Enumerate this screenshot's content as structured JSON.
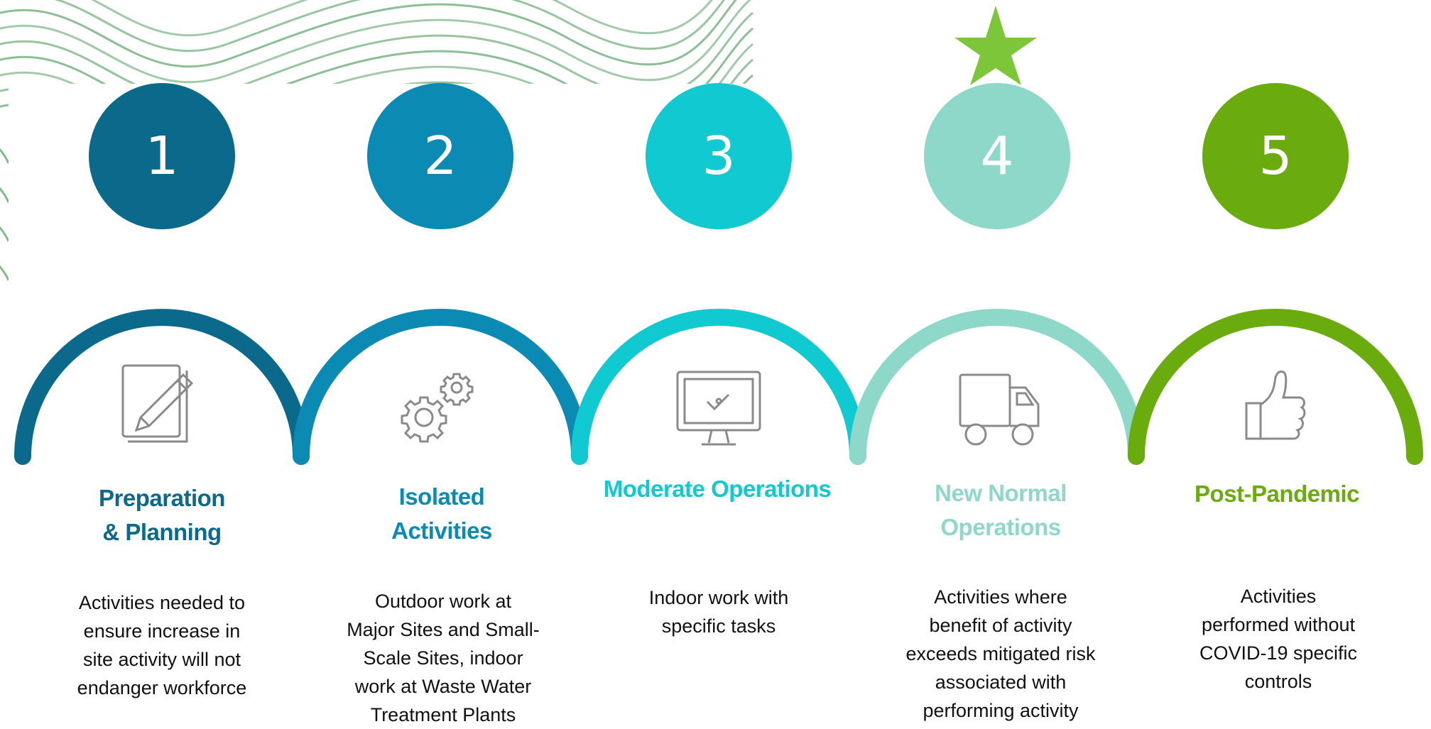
{
  "colors": {
    "stage1": "#0b6a8c",
    "stage2": "#0b8ab4",
    "stage3": "#11c9d1",
    "stage4": "#8ed8c9",
    "stage5": "#6aab0e",
    "star": "#7dc63a",
    "deco_lines": "#2e8b3e",
    "description_text": "#111111"
  },
  "highlight": {
    "current_stage": 4,
    "marker_icon": "star-icon"
  },
  "stages": [
    {
      "number": "1",
      "title": "Preparation\n& Planning",
      "icon": "notepad-pencil-icon",
      "description": "Activities needed to\nensure increase in\nsite activity will not\nendanger workforce"
    },
    {
      "number": "2",
      "title": "Isolated\nActivities",
      "icon": "gears-icon",
      "description": "Outdoor work at\nMajor Sites and Small-\nScale Sites, indoor\nwork at Waste Water\nTreatment Plants"
    },
    {
      "number": "3",
      "title": "Moderate Operations",
      "icon": "monitor-check-icon",
      "description": "Indoor work with\nspecific tasks"
    },
    {
      "number": "4",
      "title": "New Normal\nOperations",
      "icon": "truck-icon",
      "description": "Activities where\nbenefit of activity\nexceeds mitigated risk\nassociated with\nperforming activity"
    },
    {
      "number": "5",
      "title": "Post-Pandemic",
      "icon": "thumbs-up-icon",
      "description": "Activities\nperformed without\nCOVID-19 specific\ncontrols"
    }
  ]
}
